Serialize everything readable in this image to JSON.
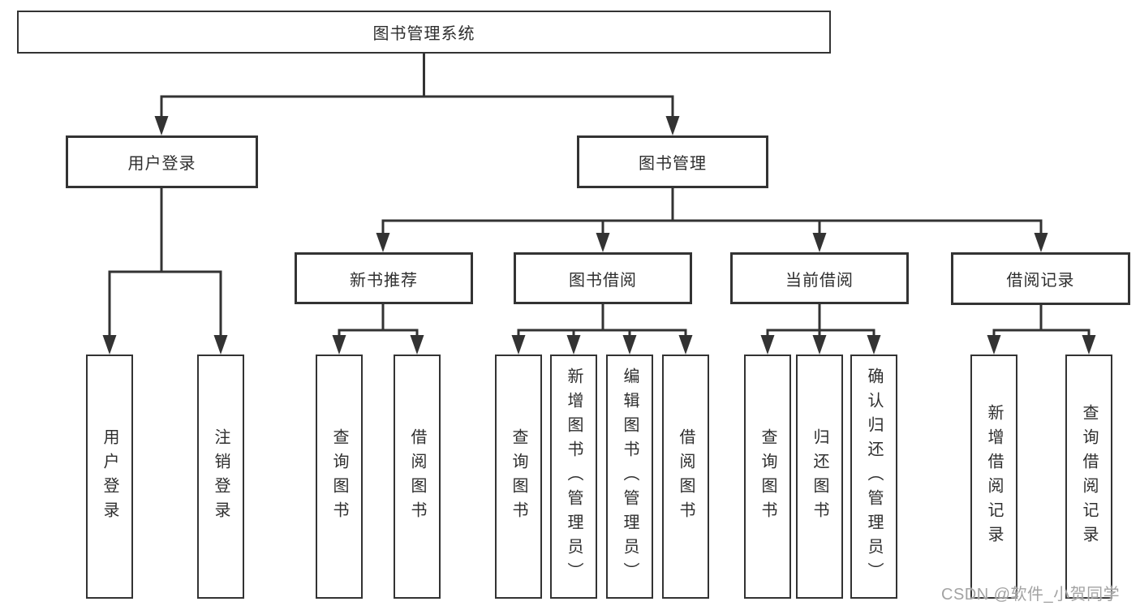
{
  "diagram": {
    "root": {
      "label": "图书管理系统"
    },
    "branches": [
      {
        "label": "用户登录",
        "children": [
          {
            "label": "用户登录"
          },
          {
            "label": "注销登录"
          }
        ]
      },
      {
        "label": "图书管理",
        "children": [
          {
            "label": "新书推荐",
            "children": [
              {
                "label": "查询图书"
              },
              {
                "label": "借阅图书"
              }
            ]
          },
          {
            "label": "图书借阅",
            "children": [
              {
                "label": "查询图书"
              },
              {
                "label": "新增图书（管理员）"
              },
              {
                "label": "编辑图书（管理员）"
              },
              {
                "label": "借阅图书"
              }
            ]
          },
          {
            "label": "当前借阅",
            "children": [
              {
                "label": "查询图书"
              },
              {
                "label": "归还图书"
              },
              {
                "label": "确认归还（管理员）"
              }
            ]
          },
          {
            "label": "借阅记录",
            "children": [
              {
                "label": "新增借阅记录"
              },
              {
                "label": "查询借阅记录"
              }
            ]
          }
        ]
      }
    ]
  },
  "watermark": {
    "text": "CSDN @软件_小贺同学"
  },
  "colors": {
    "line": "#333333",
    "text": "#2e2e2e",
    "watermark": "#a3a3a3",
    "background": "#ffffff"
  }
}
